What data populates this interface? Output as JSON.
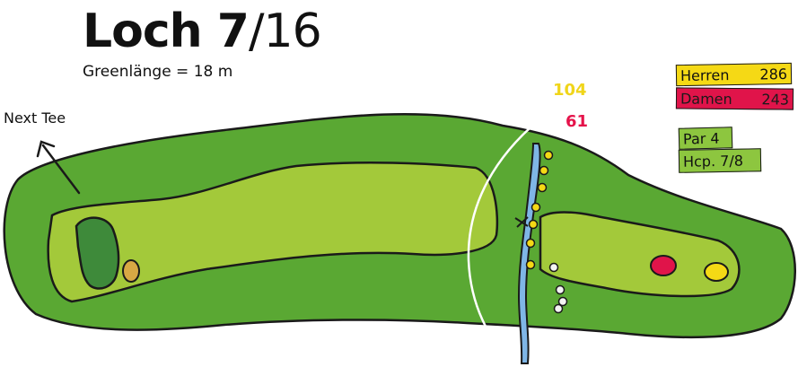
{
  "title": {
    "hole": "Loch 7",
    "separator": "/",
    "total": "16"
  },
  "subtitle": "Greenlänge = 18 m",
  "next_tee": "Next Tee",
  "distances": {
    "yellow": "104",
    "red": "61"
  },
  "scorecard": {
    "herren": {
      "label": "Herren",
      "value": "286"
    },
    "damen": {
      "label": "Damen",
      "value": "243"
    },
    "par": "Par 4",
    "hcp": "Hcp. 7/8"
  },
  "colors": {
    "rough": "#5aa833",
    "fairway": "#a3c93a",
    "green": "#3e8a3a",
    "bunker": "#d8a844",
    "water": "#7fb6e6",
    "tee_herren": "#f5d915",
    "tee_damen": "#e0144a",
    "outline": "#1a1a1a"
  }
}
